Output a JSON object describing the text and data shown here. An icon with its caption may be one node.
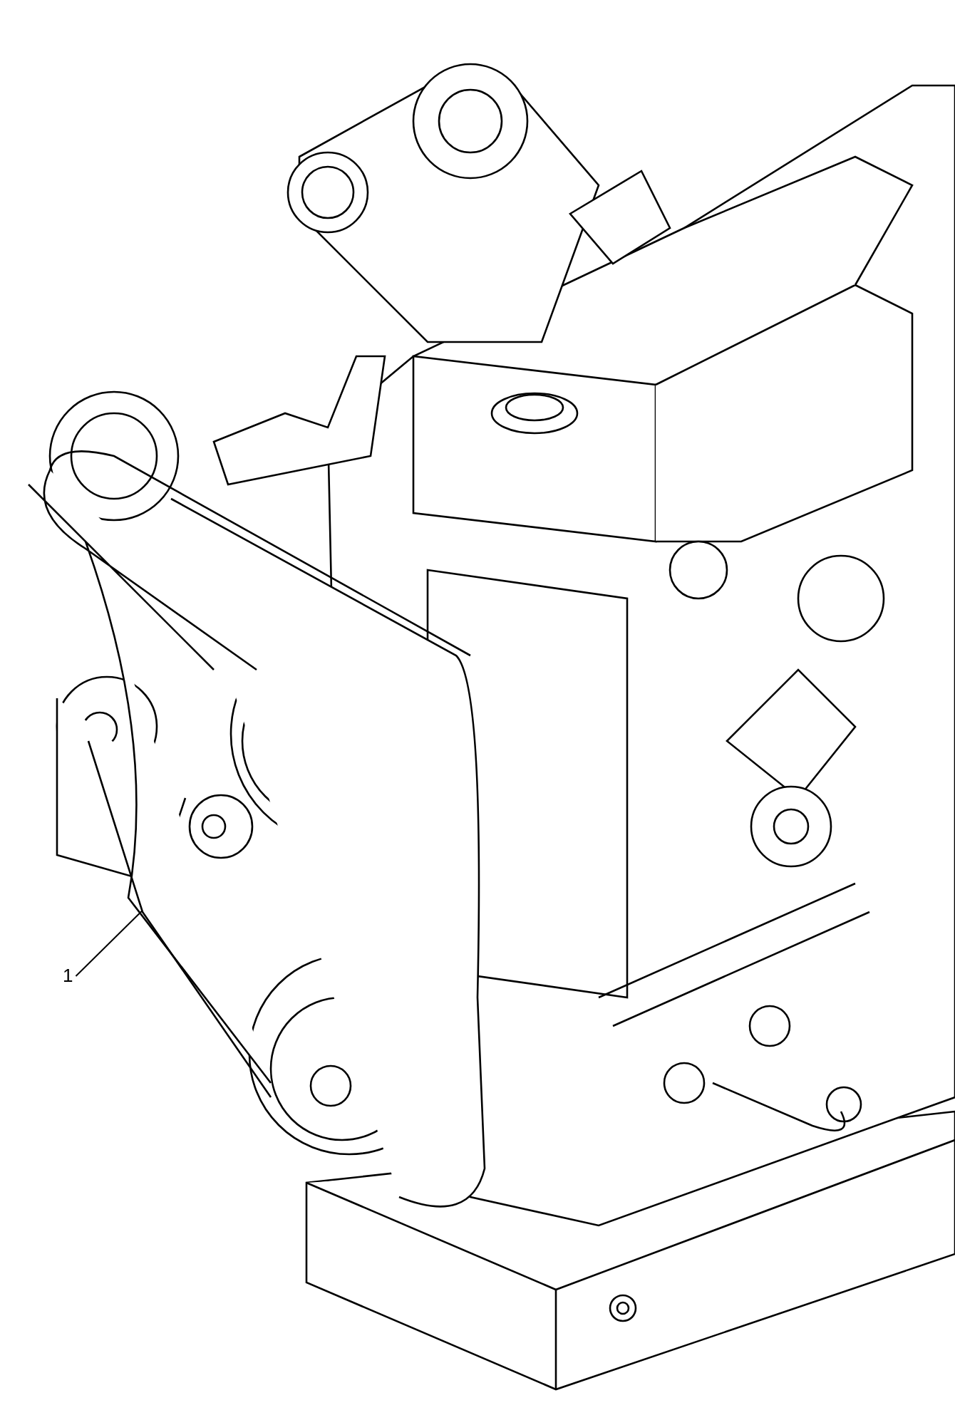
{
  "diagram": {
    "nodes": [
      {
        "text": [
          "1"
        ]
      },
      {
        "text": [],
        "shape": "picture"
      }
    ],
    "edges": [
      {
        "from": 0,
        "to": 1,
        "arrow": "none"
      }
    ]
  }
}
